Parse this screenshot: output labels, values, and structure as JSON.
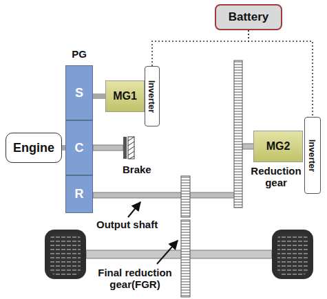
{
  "diagram": {
    "nodes": [
      {
        "text": [
          "Battery"
        ]
      },
      {
        "text": [
          "S"
        ]
      },
      {
        "text": [
          "C"
        ]
      },
      {
        "text": [
          "R"
        ]
      },
      {
        "text": [
          "MG1"
        ]
      },
      {
        "text": [
          "Inverter"
        ]
      },
      {
        "text": [
          "MG2"
        ]
      },
      {
        "text": [
          "Inverter"
        ]
      },
      {
        "text": [
          "Engine"
        ]
      }
    ],
    "edges": [
      {
        "from": 0,
        "to": 5,
        "arrow": "none"
      },
      {
        "from": 0,
        "to": 7,
        "arrow": "none"
      },
      {
        "from": 1,
        "to": 4,
        "arrow": "none"
      },
      {
        "from": 8,
        "to": 2,
        "arrow": "none"
      }
    ],
    "labels": [
      "PG",
      "Brake",
      "Reduction gear",
      "Output shaft",
      "Final reduction gear(FGR)"
    ]
  }
}
